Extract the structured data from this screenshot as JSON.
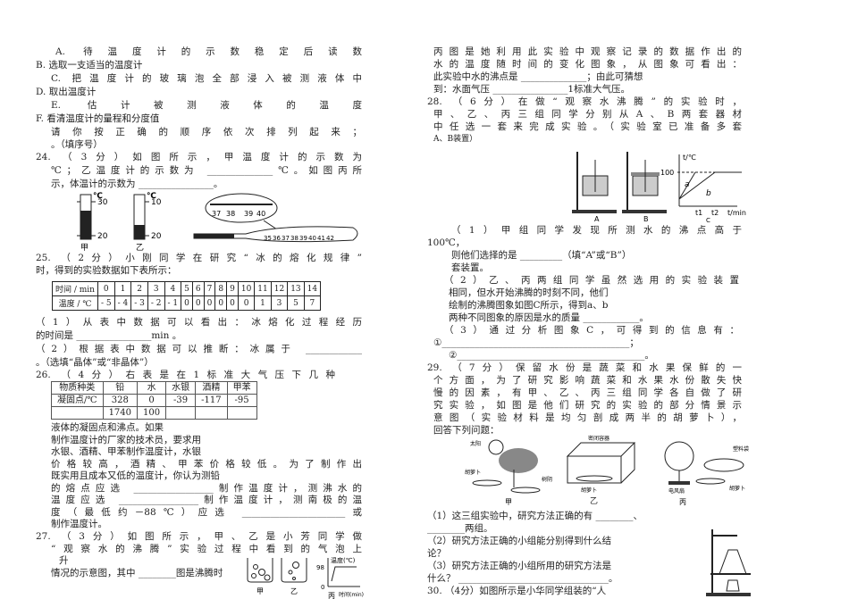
{
  "left": [
    "A. 待温度计的示数稳定后读数",
    "B. 选取一支适当的温度计",
    "C. 把温度计的玻璃泡全部浸入被测液体中",
    "D. 取出温度计",
    "E. 估计被测液体的温度",
    "F. 看清温度计的量程和分度值",
    "请你按正确的顺序依次排列起来；",
    "。（填序号）",
    "24. （3分）如图所示，甲温度计的示数为",
    "℃；乙温度计的示数为 ______________℃。如图丙所",
    "示，体温计的示数为 ________________。",
    "25. （2分）小刚同学在研究“冰的熔化规律”",
    "时，得到的实验数据如下表所示：",
    "（1）从表中数据可以看出：冰熔化过程经历",
    "的时间是 ________________min 。",
    "（2）根据表中数据可以推断：冰属于 ____________",
    "。（选填“晶体”或“非晶体”）",
    "26. （4分）右表是在1标准大气压下几种",
    "液体的凝固点和沸点。如果",
    "制作温度计的厂家的技术员，要求用",
    "水银、酒精、甲苯制作温度计，水银",
    "价格较高，酒精、甲苯价格较低。为了制作出",
    "既实用且成本又低的温度计，你认为测铅",
    "的熔点应选 _________________制作温度计，测沸水的",
    "温度应选 _________________制作温度计，测南极的温",
    "度（最低约－88℃）应选 ______________________或",
    "制作温度计。",
    "27. （3分）如图所示，甲、乙是小芳同学做",
    "“观察水的沸腾”实验过程中看到的气泡上",
    "升",
    "情况的示意图，其中 ________图是沸腾时"
  ],
  "right": [
    "丙图是她利用此实验中观察记录的数据作出的",
    "水的温度随时间的变化图象，从图象可看出：",
    "此实验中水的沸点是 ______________；由此可猜想",
    "到：水面气压 ________________1标准大气压。",
    "28. （6分）在做“观察水沸腾”的实验时，",
    "甲、乙、丙三组同学分别从A、B两套器材",
    "中任选一套来完成实验。（实验室已准备多套",
    "A、B装置）",
    "（1）甲组同学发现所测水的沸点高于",
    "100℃，",
    "则他们选择的是 _________（填“A”或“B”）",
    "套装置。",
    "（2）乙、丙两组同学虽然选用的实验装置",
    "相同，但水开始沸腾的时刻不同，他们",
    "绘制的沸腾图象如图C所示，得到a、b",
    "两种不同图象的原因是水的质量 ____________。",
    "（3）通过分析图象C，可得到的信息有：",
    "①________________________________________；",
    "②________________________________________。",
    "29. （7分）保留水份是蔬菜和水果保鲜的一",
    "个方面，为了研究影响蔬菜和水果水份散失快",
    "慢的因素，有甲、乙、丙三组同学各自做了研",
    "究实验，如图是他们研究的实验的部分情景示",
    "意图（实验材料是均匀剖成两半的胡萝卜），",
    "回答下列问题：",
    "（1）这三组实验中，研究方法正确的有 ________、",
    "________两组。",
    "（2）研究方法正确的小组能分别得到什么结",
    "论？",
    "（3）研究方法正确的小组所用的研究方法是",
    "什么？ ________________________________。",
    "30. （4分）如图所示是小华同学组装的“人"
  ],
  "thermo": {
    "jia_ticks": [
      "30",
      "20"
    ],
    "yi_ticks": [
      "10",
      "20"
    ],
    "unit": "℃",
    "jia": "甲",
    "yi": "乙",
    "bing": "丙",
    "zoom_ticks": [
      "37",
      "38",
      "39",
      "40"
    ],
    "body_ticks": [
      "35",
      "36",
      "37",
      "38",
      "39",
      "40",
      "41",
      "42"
    ]
  },
  "table25": {
    "row1_label": "时间 / min",
    "row2_label": "温度 / ℃",
    "time": [
      "0",
      "1",
      "2",
      "3",
      "4",
      "5",
      "6",
      "7",
      "8",
      "9",
      "10",
      "11",
      "12",
      "13",
      "14"
    ],
    "temp": [
      "- 5",
      "- 4",
      "- 3",
      "- 2",
      "- 1",
      "0",
      "0",
      "0",
      "0",
      "0",
      "0",
      "1",
      "3",
      "5",
      "7"
    ]
  },
  "table26": {
    "header": [
      "物质种类",
      "铅",
      "水",
      "水银",
      "酒精",
      "甲苯"
    ],
    "row_label": "凝固点/℃",
    "values": [
      "328",
      "0",
      "-39",
      "-117",
      "-95"
    ],
    "extra": [
      "1740",
      "100"
    ]
  },
  "fig27": {
    "jia": "甲",
    "yi": "乙",
    "bing": "丙",
    "ylabel": "温度(℃)",
    "xlabel": "时间(min)",
    "y98": "98",
    "zero": "0"
  },
  "fig28": {
    "A": "A",
    "B": "B",
    "C": "C",
    "ylabel": "t/℃",
    "y100": "100",
    "a": "a",
    "b": "b",
    "t1": "t1",
    "t2": "t2",
    "xlabel": "t/min"
  },
  "fig29": {
    "sun": "太阳",
    "carrot": "胡萝卜",
    "shade": "树阴",
    "container": "密闭容器",
    "fan": "电风扇",
    "bag": "塑料袋",
    "jia": "甲",
    "yi": "乙",
    "bing": "丙"
  }
}
